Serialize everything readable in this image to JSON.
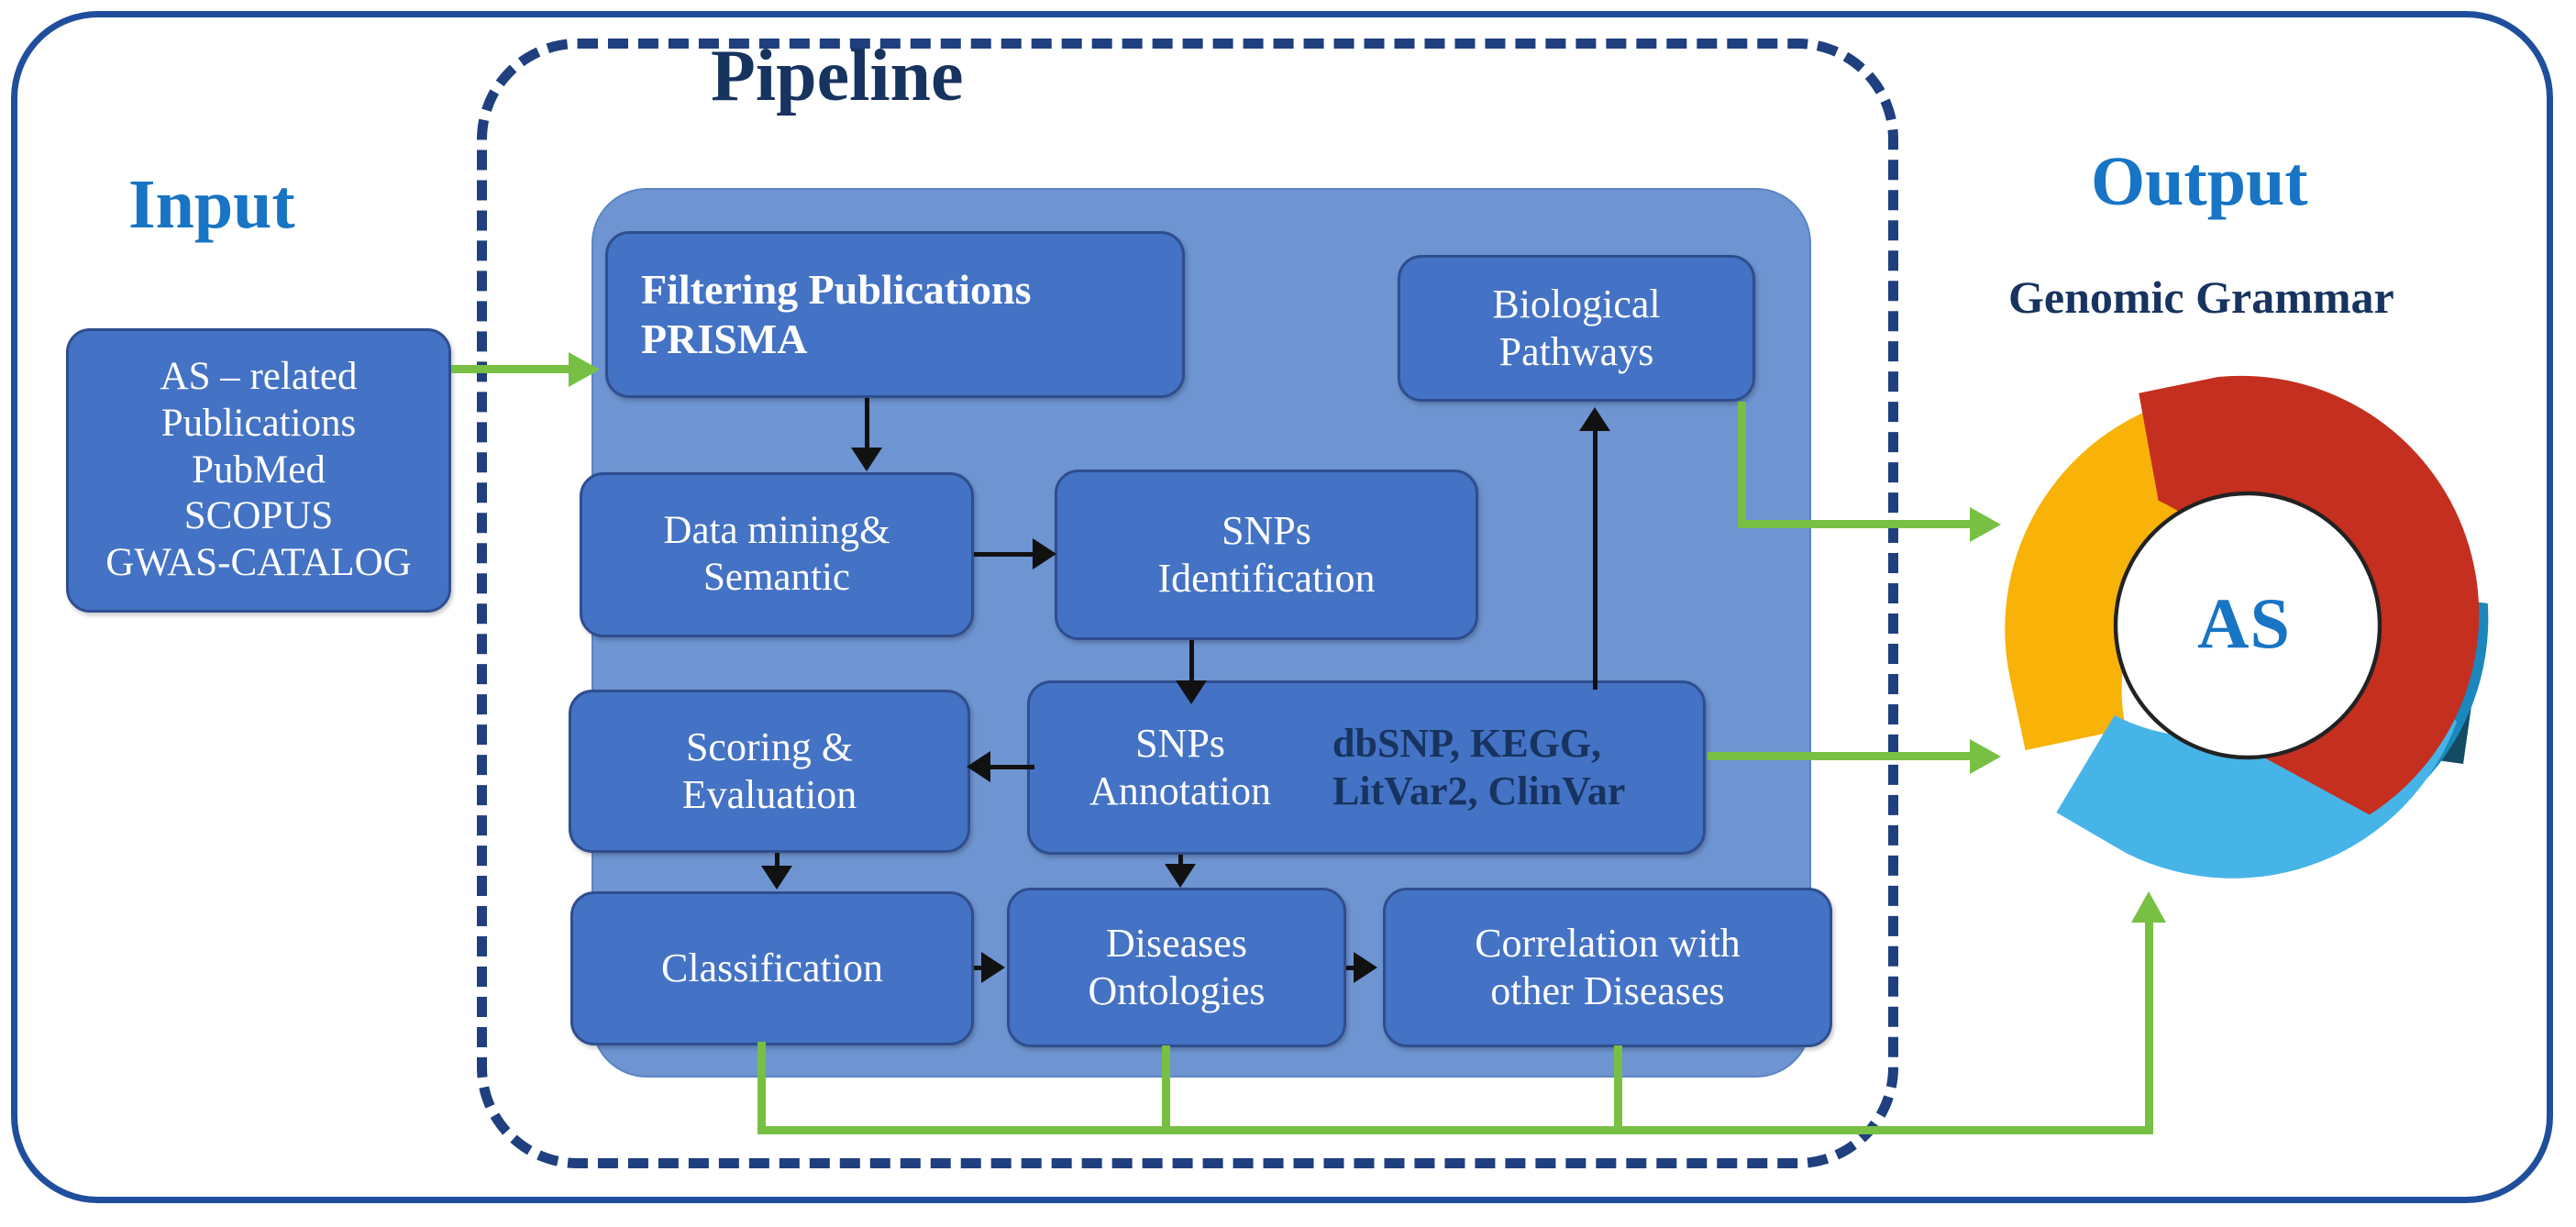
{
  "frame": {
    "outer_border_color": "#1F4E9C",
    "dashed_border_color": "#1F3F7E",
    "panel_color": "#6E94D1"
  },
  "sections": {
    "input_title": "Input",
    "pipeline_title": "Pipeline",
    "output_title": "Output",
    "output_subtitle": "Genomic Grammar"
  },
  "input": {
    "box_text": "AS – related\nPublications\nPubMed\nSCOPUS\nGWAS-CATALOG"
  },
  "pipeline": {
    "nodes": {
      "filtering": "Filtering Publications\nPRISMA",
      "pathways": "Biological\nPathways",
      "data_mining": "Data mining&\nSemantic",
      "snps_identification": "SNPs\nIdentification",
      "scoring": "Scoring &\nEvaluation",
      "annotation_label": "SNPs\nAnnotation",
      "annotation_databases": "dbSNP, KEGG,\nLitVar2, ClinVar",
      "classification": "Classification",
      "ontologies": "Diseases\nOntologies",
      "correlation": "Correlation with\nother Diseases"
    }
  },
  "output": {
    "logo_center_label": "AS",
    "logo_colors": {
      "navy": "#134B63",
      "blue": "#1B87BC",
      "sky": "#47B4E8",
      "red": "#C42F20",
      "amber": "#F8B208"
    }
  },
  "colors": {
    "node_fill": "#4472C4",
    "node_border": "#2F4E8F",
    "green_arrow": "#77C044",
    "black_arrow": "#111111",
    "title_blue": "#1874C4",
    "title_navy": "#17335F"
  }
}
